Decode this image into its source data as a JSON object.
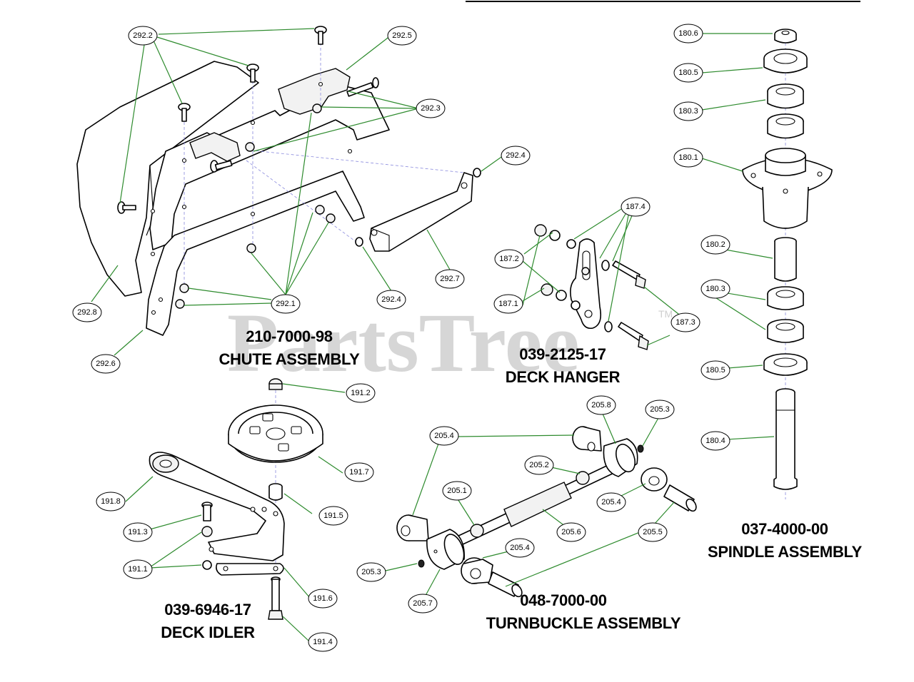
{
  "watermark": {
    "text": "PartsTree",
    "tm": "TM"
  },
  "assemblies": [
    {
      "id": "chute",
      "number": "210-7000-98",
      "name": "CHUTE ASSEMBLY"
    },
    {
      "id": "hanger",
      "number": "039-2125-17",
      "name": "DECK HANGER"
    },
    {
      "id": "spindle",
      "number": "037-4000-00",
      "name": "SPINDLE ASSEMBLY"
    },
    {
      "id": "idler",
      "number": "039-6946-17",
      "name": "DECK IDLER"
    },
    {
      "id": "turnbuckle",
      "number": "048-7000-00",
      "name": "TURNBUCKLE ASSEMBLY"
    }
  ],
  "callouts": {
    "c292_2": "292.2",
    "c292_5": "292.5",
    "c292_3": "292.3",
    "c292_4a": "292.4",
    "c292_4b": "292.4",
    "c292_7": "292.7",
    "c292_1": "292.1",
    "c292_8": "292.8",
    "c292_6": "292.6",
    "c187_4": "187.4",
    "c187_2": "187.2",
    "c187_1": "187.1",
    "c187_3": "187.3",
    "c180_6": "180.6",
    "c180_5a": "180.5",
    "c180_3a": "180.3",
    "c180_1": "180.1",
    "c180_2": "180.2",
    "c180_3b": "180.3",
    "c180_5b": "180.5",
    "c180_4": "180.4",
    "c191_2": "191.2",
    "c191_7": "191.7",
    "c191_8": "191.8",
    "c191_5": "191.5",
    "c191_3": "191.3",
    "c191_1": "191.1",
    "c191_6": "191.6",
    "c191_4": "191.4",
    "c205_8": "205.8",
    "c205_3a": "205.3",
    "c205_4a": "205.4",
    "c205_2": "205.2",
    "c205_1": "205.1",
    "c205_4b": "205.4",
    "c205_6": "205.6",
    "c205_5": "205.5",
    "c205_4c": "205.4",
    "c205_3b": "205.3",
    "c205_7": "205.7"
  }
}
